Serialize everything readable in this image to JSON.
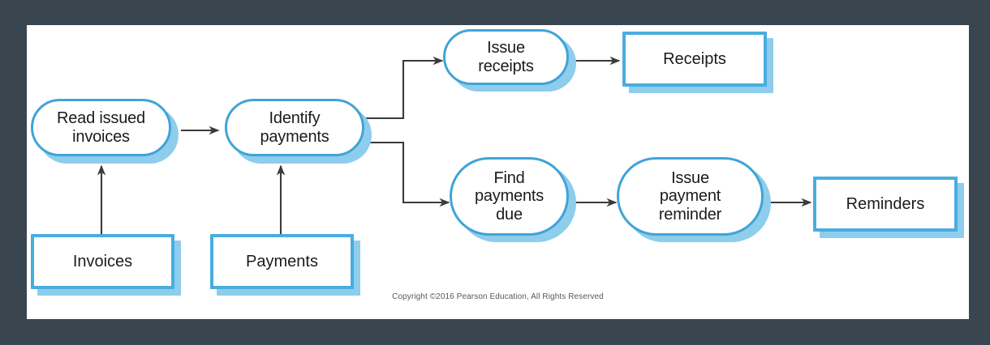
{
  "canvas": {
    "background": "#ffffff",
    "frame_background": "#3a464f"
  },
  "palette": {
    "process_border": "#3fa4d8",
    "store_border": "#49ade0",
    "shadow": "#8ecdec",
    "text": "#1b1b1b",
    "arrow": "#3b3b3b",
    "copyright_text": "#58595b"
  },
  "footer": {
    "copyright": "Copyright ©2016 Pearson Education, All Rights Reserved"
  },
  "diagram": {
    "type": "data-flow-diagram",
    "nodes": [
      {
        "id": "read-issued-invoices",
        "kind": "process",
        "label": "Read issued\ninvoices"
      },
      {
        "id": "identify-payments",
        "kind": "process",
        "label": "Identify\npayments"
      },
      {
        "id": "issue-receipts",
        "kind": "process",
        "label": "Issue\nreceipts"
      },
      {
        "id": "find-payments-due",
        "kind": "process",
        "label": "Find\npayments\ndue"
      },
      {
        "id": "issue-payment-reminder",
        "kind": "process",
        "label": "Issue\npayment\nreminder"
      },
      {
        "id": "invoices",
        "kind": "store",
        "label": "Invoices"
      },
      {
        "id": "payments",
        "kind": "store",
        "label": "Payments"
      },
      {
        "id": "receipts",
        "kind": "store",
        "label": "Receipts"
      },
      {
        "id": "reminders",
        "kind": "store",
        "label": "Reminders"
      }
    ],
    "edges": [
      {
        "from": "read-issued-invoices",
        "to": "identify-payments",
        "style": "straight-right"
      },
      {
        "from": "invoices",
        "to": "read-issued-invoices",
        "style": "straight-up"
      },
      {
        "from": "payments",
        "to": "identify-payments",
        "style": "straight-up"
      },
      {
        "from": "identify-payments",
        "to": "issue-receipts",
        "style": "elbow-up-right"
      },
      {
        "from": "identify-payments",
        "to": "find-payments-due",
        "style": "elbow-down-right"
      },
      {
        "from": "issue-receipts",
        "to": "receipts",
        "style": "straight-right"
      },
      {
        "from": "find-payments-due",
        "to": "issue-payment-reminder",
        "style": "straight-right"
      },
      {
        "from": "issue-payment-reminder",
        "to": "reminders",
        "style": "straight-right"
      }
    ]
  }
}
